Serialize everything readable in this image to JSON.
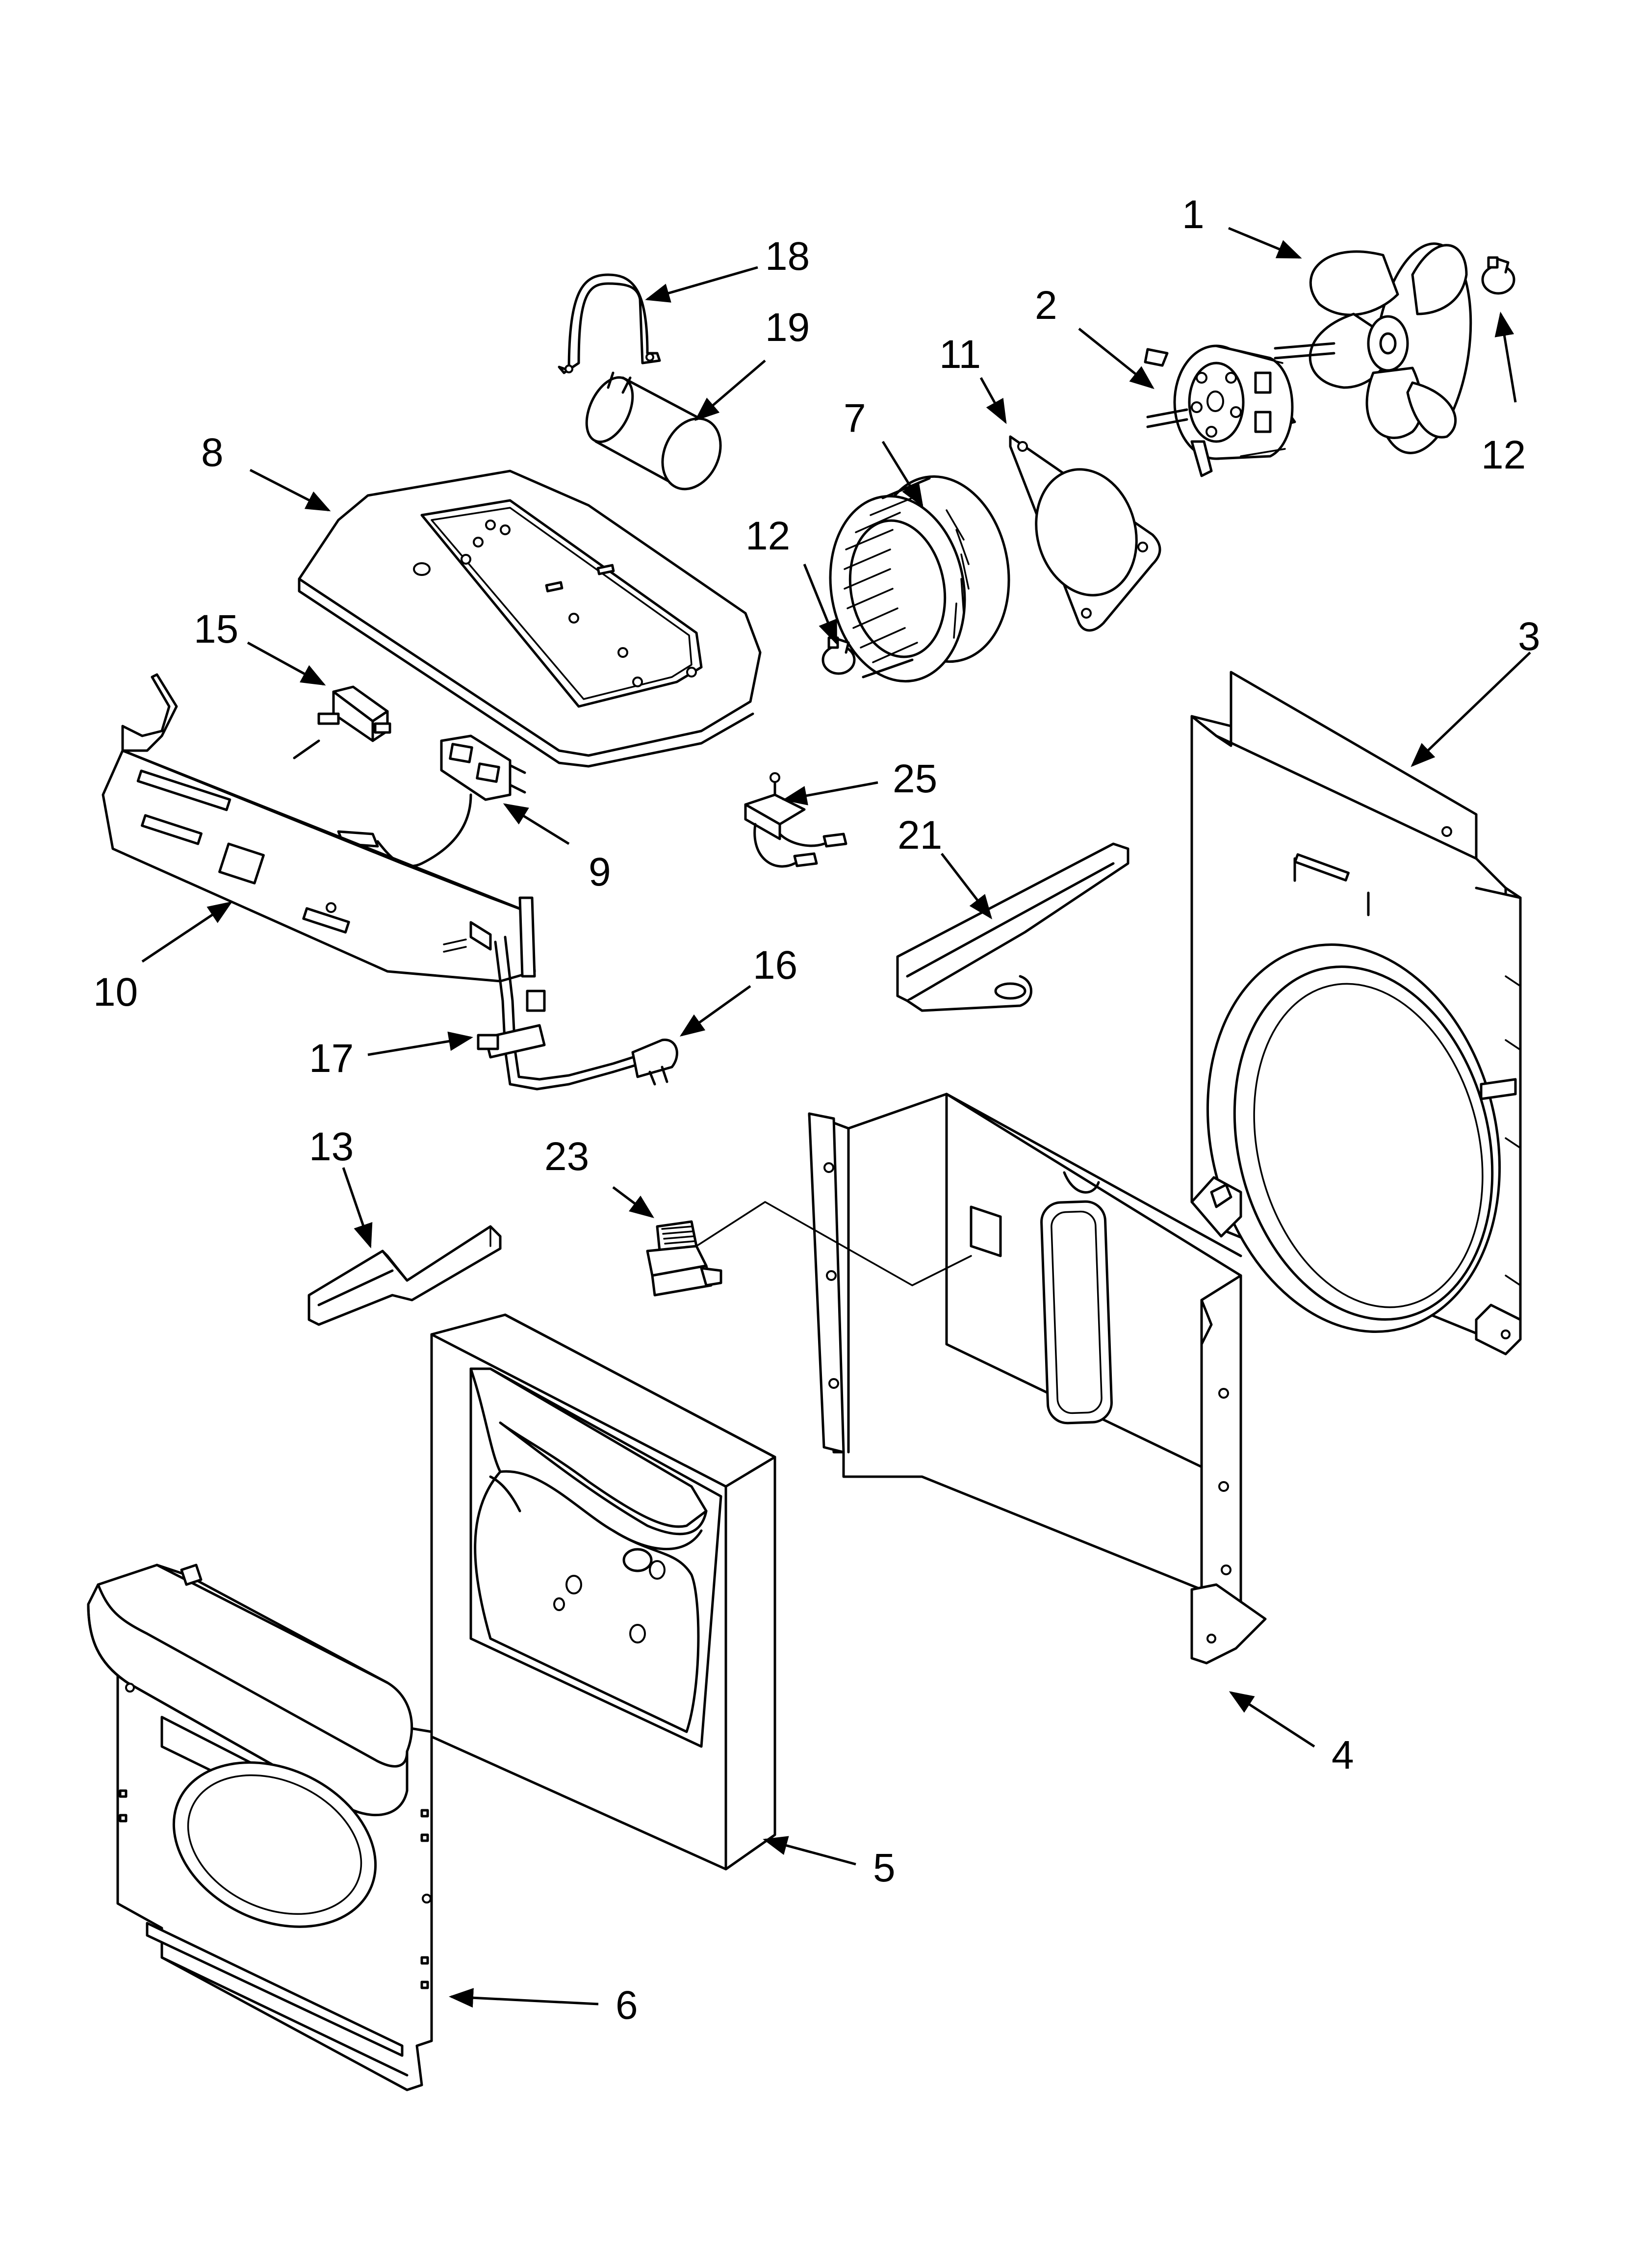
{
  "callouts": [
    {
      "id": "1",
      "label": "1"
    },
    {
      "id": "2",
      "label": "2"
    },
    {
      "id": "3",
      "label": "3"
    },
    {
      "id": "4",
      "label": "4"
    },
    {
      "id": "5",
      "label": "5"
    },
    {
      "id": "6",
      "label": "6"
    },
    {
      "id": "7",
      "label": "7"
    },
    {
      "id": "8",
      "label": "8"
    },
    {
      "id": "9",
      "label": "9"
    },
    {
      "id": "10",
      "label": "10"
    },
    {
      "id": "11",
      "label": "11"
    },
    {
      "id": "12a",
      "label": "12"
    },
    {
      "id": "12b",
      "label": "12"
    },
    {
      "id": "13",
      "label": "13"
    },
    {
      "id": "15",
      "label": "15"
    },
    {
      "id": "16",
      "label": "16"
    },
    {
      "id": "17",
      "label": "17"
    },
    {
      "id": "18",
      "label": "18"
    },
    {
      "id": "19",
      "label": "19"
    },
    {
      "id": "21",
      "label": "21"
    },
    {
      "id": "23",
      "label": "23"
    },
    {
      "id": "25",
      "label": "25"
    }
  ],
  "colors": {
    "line": "#000000",
    "background": "#ffffff"
  }
}
